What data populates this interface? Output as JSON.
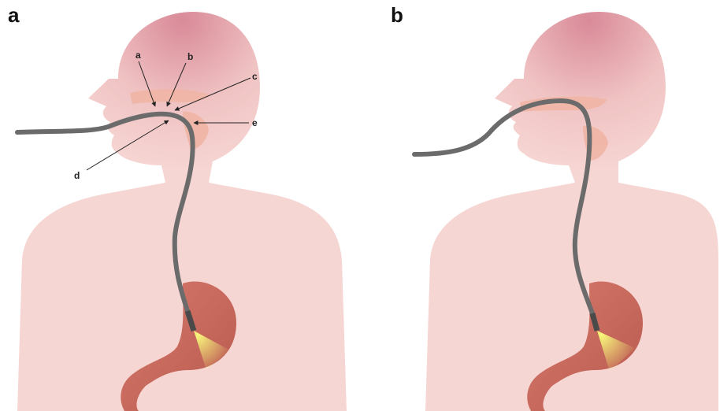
{
  "panels": [
    {
      "letter": "a"
    },
    {
      "letter": "b"
    }
  ],
  "callouts": [
    "a",
    "b",
    "c",
    "d",
    "e"
  ],
  "colors": {
    "skin": "#f6d6d3",
    "head_top": "#d98a98",
    "cavity": "#f0b5a5",
    "stomach": "#c8675c",
    "scope": "#6b6b6b",
    "light": "#f3f27a"
  },
  "icons": [
    "endoscope-tube",
    "stomach-organ",
    "scope-light-cone"
  ]
}
